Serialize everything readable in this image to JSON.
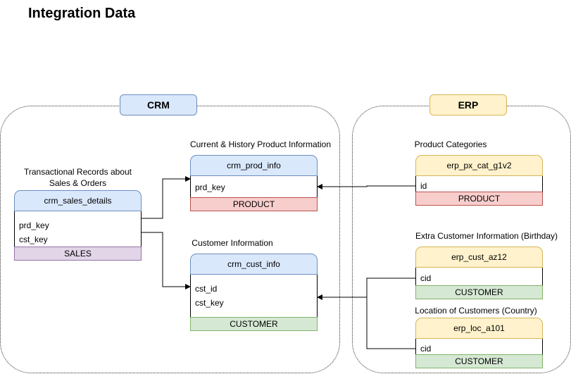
{
  "page_title": "Integration Data",
  "colors": {
    "crm_fill": "#dae8fc",
    "crm_stroke": "#6c8ebf",
    "erp_fill": "#fff2cc",
    "erp_stroke": "#d6b656",
    "product_fill": "#f8cecc",
    "product_stroke": "#b85450",
    "customer_fill": "#d5e8d4",
    "customer_stroke": "#82b366",
    "sales_fill": "#e1d5e7",
    "sales_stroke": "#9673a6"
  },
  "groups": {
    "crm": {
      "label": "CRM"
    },
    "erp": {
      "label": "ERP"
    }
  },
  "captions": {
    "sales": "Transactional Records about\nSales & Orders",
    "prod": "Current & History Product Information",
    "cust": "Customer Information",
    "px_cat": "Product Categories",
    "cust_az12": "Extra Customer Information (Birthday)",
    "loc": "Location of Customers (Country)"
  },
  "tables": {
    "crm_sales_details": {
      "name": "crm_sales_details",
      "fields": [
        "prd_key",
        "cst_key"
      ],
      "tag": "SALES"
    },
    "crm_prod_info": {
      "name": "crm_prod_info",
      "fields": [
        "prd_key"
      ],
      "tag": "PRODUCT"
    },
    "crm_cust_info": {
      "name": "crm_cust_info",
      "fields": [
        "cst_id",
        "cst_key"
      ],
      "tag": "CUSTOMER"
    },
    "erp_px_cat_g1v2": {
      "name": "erp_px_cat_g1v2",
      "fields": [
        "id"
      ],
      "tag": "PRODUCT"
    },
    "erp_cust_az12": {
      "name": "erp_cust_az12",
      "fields": [
        "cid"
      ],
      "tag": "CUSTOMER"
    },
    "erp_loc_a101": {
      "name": "erp_loc_a101",
      "fields": [
        "cid"
      ],
      "tag": "CUSTOMER"
    }
  }
}
